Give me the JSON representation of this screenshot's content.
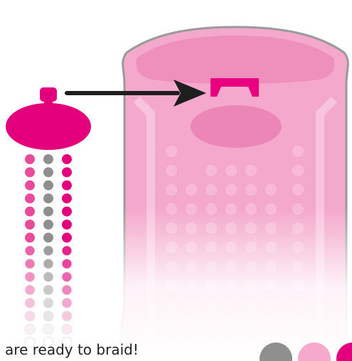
{
  "caption": "u are ready to braid!",
  "colors": {
    "magenta": "#e4007c",
    "pink": "#ea4a9a",
    "gray": "#8f8f8f",
    "device_body": "#f4a8cb",
    "device_cap": "#ee90bb",
    "device_bump": "#ec86b6",
    "slot": "#e8007f",
    "arrow": "#1e1e1e"
  },
  "icons": {
    "spool": "bobbin-icon",
    "pointer": "arrow-right-icon",
    "slot": "slot-bracket-icon"
  },
  "strands": [
    "pink",
    "gray",
    "magenta"
  ],
  "bottom_dots": [
    "gray",
    "pink",
    "magenta"
  ]
}
